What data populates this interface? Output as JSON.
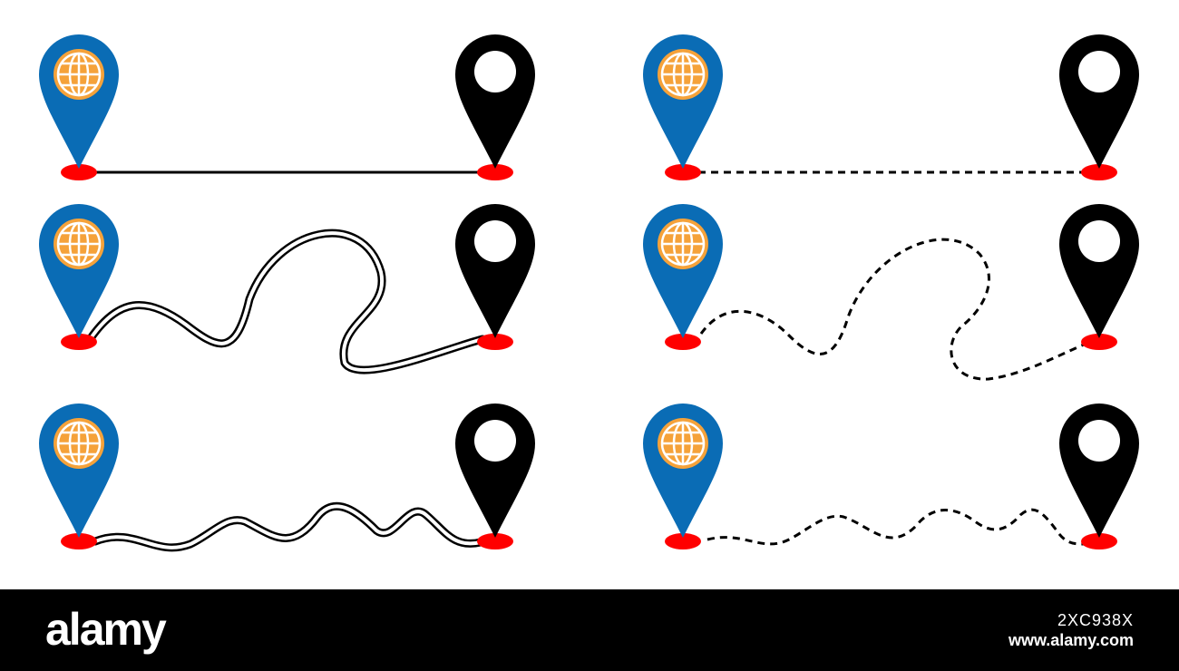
{
  "colors": {
    "start_pin": "#0a6cb5",
    "globe": "#f5a23a",
    "end_pin": "#000000",
    "end_pin_hole": "#ffffff",
    "ground_marker": "#ff0000",
    "route": "#000000",
    "footer_bg": "#000000",
    "footer_text": "#ffffff"
  },
  "icons": {
    "start": "globe-location-pin-icon",
    "end": "location-pin-icon",
    "marker": "red-ellipse-marker"
  },
  "panels": [
    {
      "route": "solid-straight-line"
    },
    {
      "route": "double-line-loop-path"
    },
    {
      "route": "double-line-wavy-path"
    },
    {
      "route": "dashed-straight-line"
    },
    {
      "route": "dashed-loop-path"
    },
    {
      "route": "dashed-wavy-path"
    }
  ],
  "footer": {
    "brand": "alamy",
    "image_id": "2XC938X",
    "site": "www.alamy.com"
  }
}
